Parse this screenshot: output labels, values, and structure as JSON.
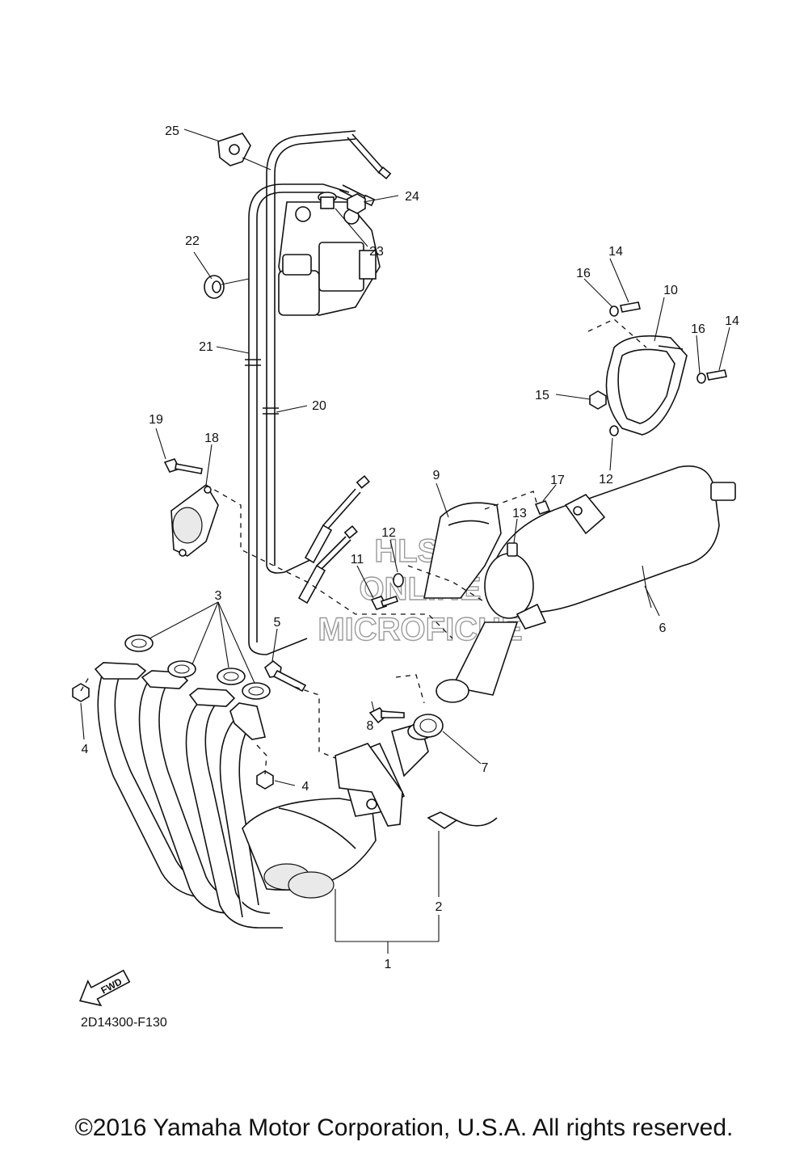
{
  "diagram": {
    "diagram_code": "2D14300-F130",
    "fwd_label": "FWD",
    "watermark": [
      "HLSM",
      "ONLINE",
      "MICROFICHE"
    ],
    "copyright": "©2016 Yamaha Motor Corporation, U.S.A. All rights reserved.",
    "callouts": {
      "c1": "1",
      "c2": "2",
      "c3": "3",
      "c4a": "4",
      "c4b": "4",
      "c5": "5",
      "c6": "6",
      "c7": "7",
      "c8": "8",
      "c9": "9",
      "c10": "10",
      "c11": "11",
      "c12a": "12",
      "c12b": "12",
      "c13": "13",
      "c14a": "14",
      "c14b": "14",
      "c15": "15",
      "c16a": "16",
      "c16b": "16",
      "c17": "17",
      "c18": "18",
      "c19": "19",
      "c20": "20",
      "c21": "21",
      "c22": "22",
      "c23": "23",
      "c24": "24",
      "c25": "25"
    }
  }
}
